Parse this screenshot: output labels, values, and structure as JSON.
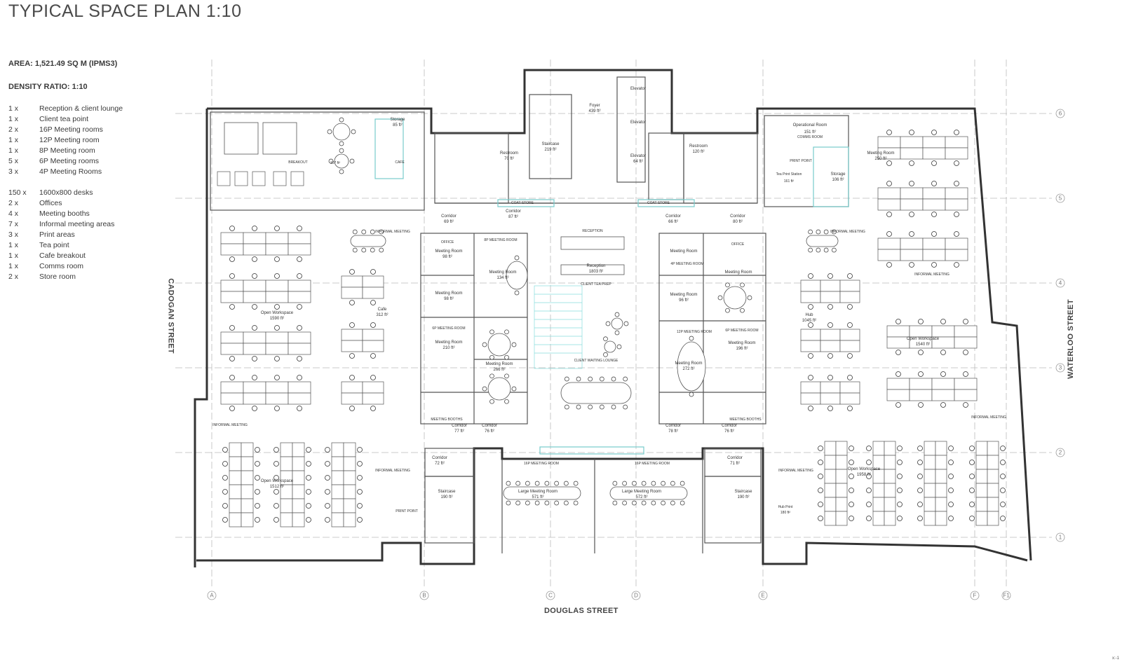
{
  "title": "TYPICAL SPACE PLAN 1:10",
  "area": "AREA: 1,521.49 SQ M (IPMS3)",
  "density": "DENSITY RATIO: 1:10",
  "schedule": [
    {
      "qty": "1 x",
      "item": "Reception & client lounge"
    },
    {
      "qty": "1 x",
      "item": "Client tea point"
    },
    {
      "qty": "2 x",
      "item": "16P Meeting rooms"
    },
    {
      "qty": "1 x",
      "item": "12P Meeting room"
    },
    {
      "qty": "1 x",
      "item": "8P Meeting room"
    },
    {
      "qty": "5 x",
      "item": "6P Meeting rooms"
    },
    {
      "qty": "3 x",
      "item": "4P Meeting Rooms"
    }
  ],
  "schedule2": [
    {
      "qty": "150 x",
      "item": "1600x800 desks"
    },
    {
      "qty": "2 x",
      "item": "Offices"
    },
    {
      "qty": "4 x",
      "item": "Meeting booths"
    },
    {
      "qty": "7 x",
      "item": "Informal meeting areas"
    },
    {
      "qty": "3 x",
      "item": "Print areas"
    },
    {
      "qty": "1 x",
      "item": "Tea point"
    },
    {
      "qty": "1 x",
      "item": "Cafe breakout"
    },
    {
      "qty": "1 x",
      "item": "Comms room"
    },
    {
      "qty": "2 x",
      "item": "Store room"
    }
  ],
  "streets": {
    "left": "CADOGAN STREET",
    "right": "WATERLOO STREET",
    "bottom": "DOUGLAS STREET"
  },
  "grid_columns": [
    "A",
    "B",
    "C",
    "D",
    "E",
    "F",
    "F1"
  ],
  "grid_rows": [
    "6",
    "5",
    "4",
    "3",
    "2",
    "1"
  ],
  "rooms": {
    "foyer": "Foyer",
    "foyer_area": "439 ft²",
    "staircase_top": "Staircase",
    "staircase_top_area": "219 ft²",
    "elevator": "Elevator",
    "elevator_area": "64 ft²",
    "restroom": "Restroom",
    "restroom_l_area": "70 ft²",
    "restroom_r_area": "120 ft²",
    "storage": "Storage",
    "storage_l_area": "85 ft²",
    "storage_r_area": "106 ft²",
    "breakout": "BREAKOUT",
    "cafe": "CAFE",
    "cafe_area": "107 ft²",
    "coat_store": "COAT STORE",
    "corridor": "Corridor",
    "reception": "RECEPTION",
    "reception_room": "Reception",
    "reception_area": "1803 ft²",
    "client_tea_prep": "CLIENT TEA PREP",
    "client_waiting_lounge": "CLIENT WAITING LOUNGE",
    "operational_room": "Operational Room",
    "operational_area": "151 ft²",
    "comms_room": "COMMS ROOM",
    "print_point": "PRINT POINT",
    "tea_print_station": "Tea Print Station",
    "tea_print_area": "161 ft²",
    "meeting_room": "Meeting Room",
    "meeting_room_tr_area": "250 ft²",
    "open_workspace": "Open Workspace",
    "open_ws_left_area": "1590 ft²",
    "open_ws_bl_area": "1512 ft²",
    "open_ws_right_area": "1540 ft²",
    "open_ws_br_area": "1958 ft²",
    "cafe_hub": "Cafe",
    "cafe_hub_area": "312 ft²",
    "hub": "Hub",
    "hub_area": "1045 ft²",
    "informal_meeting": "INFORMAL MEETING",
    "office": "OFFICE",
    "meeting_8p": "8P MEETING ROOM",
    "meeting_6p": "6P MEETING ROOM",
    "meeting_4p": "4P MEETING ROOM",
    "meeting_12p": "12P MEETING ROOM",
    "meeting_16p": "16P MEETING ROOM",
    "meeting_booths": "MEETING BOOTHS",
    "large_meeting_room": "Large Meeting Room",
    "large_mr_l_area": "571 ft²",
    "large_mr_r_area": "572 ft²",
    "staircase": "Staircase",
    "staircase_area": "190 ft²",
    "print_point_hub": "PRINT POINT",
    "hub_print": "Hub Print",
    "hub_print_area": "180 ft²"
  },
  "corridor_areas": [
    "69 ft²",
    "87 ft²",
    "66 ft²",
    "80 ft²",
    "77 ft²",
    "76 ft²",
    "78 ft²",
    "76 ft²",
    "72 ft²",
    "71 ft²"
  ],
  "meeting_areas": [
    "134 ft²",
    "98 ft²",
    "210 ft²",
    "266 ft²",
    "272 ft²",
    "196 ft²",
    "96 ft²",
    "196 ft²"
  ],
  "corner_mark": "x:-1"
}
